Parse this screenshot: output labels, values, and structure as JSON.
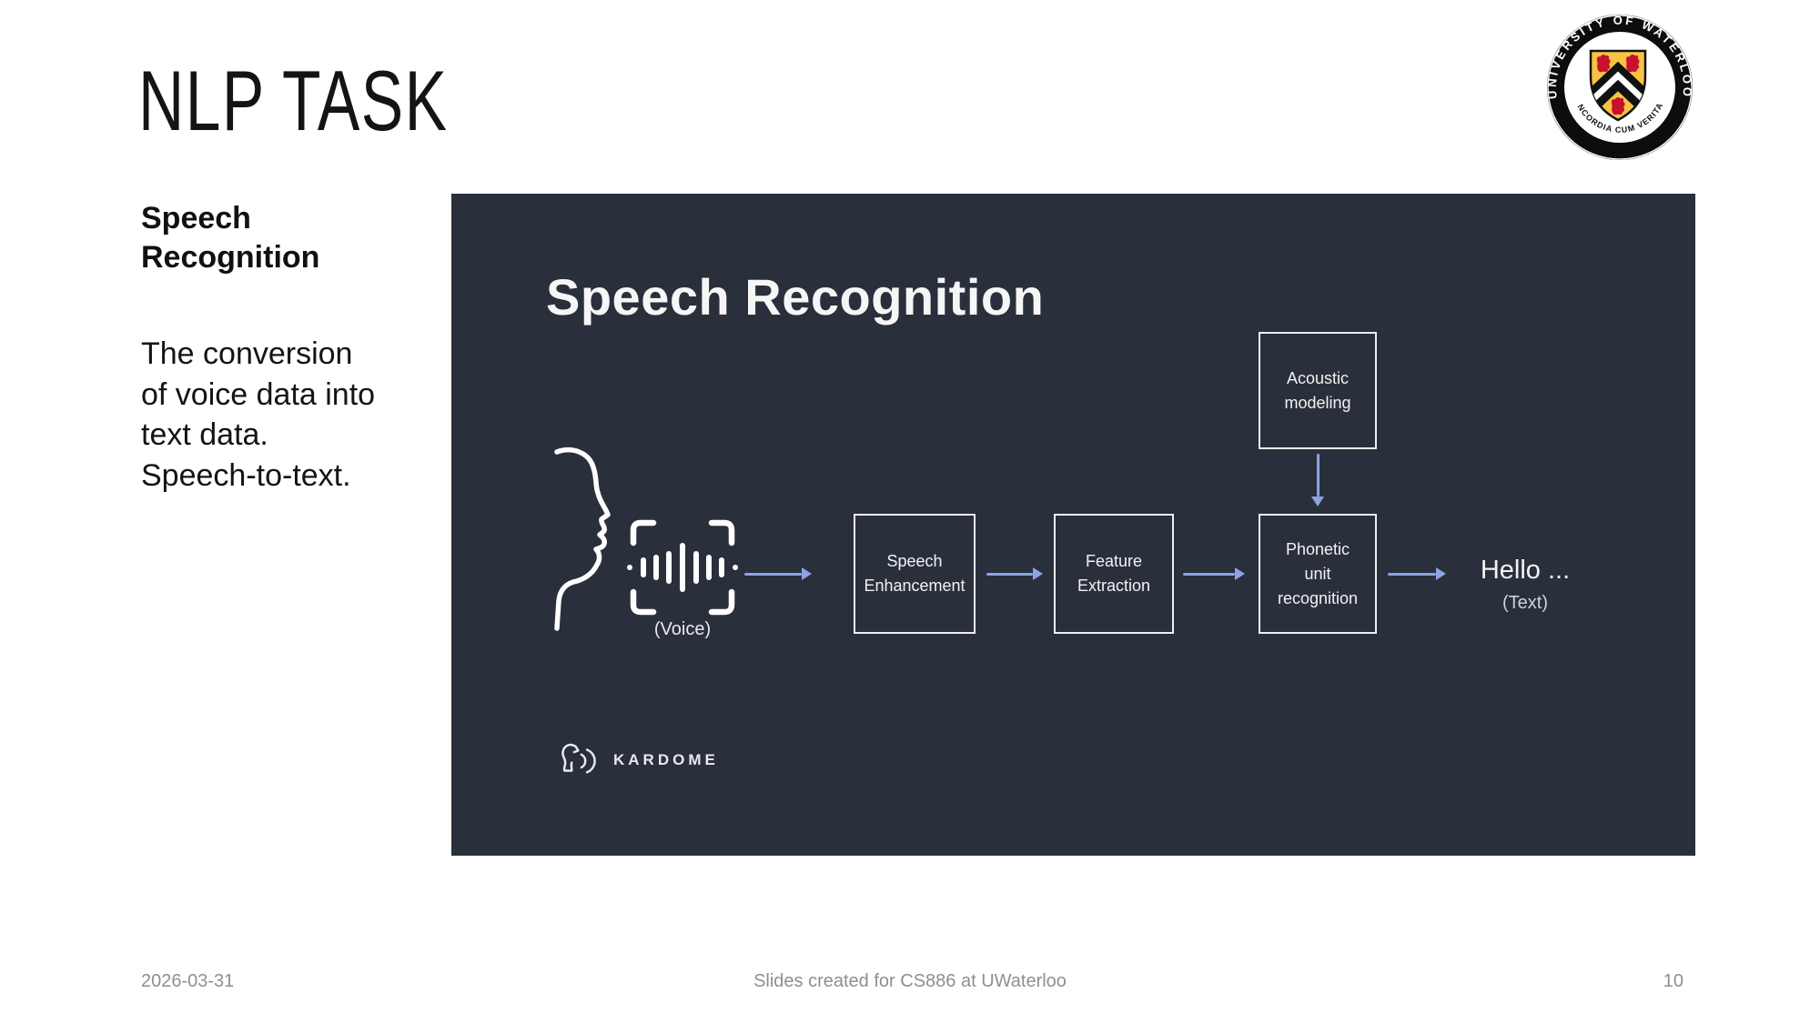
{
  "slide": {
    "title": "NLP TASK",
    "sidebar": {
      "heading": "Speech Recognition",
      "body": "The conversion of voice data into text data. Speech-to-text."
    },
    "footer": {
      "date": "2026-03-31",
      "center_text": "Slides created for CS886 at UWaterloo",
      "page_number": "10"
    }
  },
  "uw_seal": {
    "top_text": "UNIVERSITY OF WATERLOO",
    "bottom_text": "CONCORDIA CUM VERITATE"
  },
  "diagram": {
    "title": "Speech Recognition",
    "voice_caption": "(Voice)",
    "boxes": {
      "speech_enhancement": "Speech Enhancement",
      "feature_extraction": "Feature Extraction",
      "acoustic_modeling": "Acoustic modeling",
      "phonetic_unit_recognition": "Phonetic unit recognition"
    },
    "output": {
      "text": "Hello ...",
      "caption": "(Text)"
    },
    "brand": "KARDOME",
    "colors": {
      "panel_bg": "#2a2f3c",
      "arrow": "#8ba4e2",
      "box_border": "#eeeeee"
    }
  }
}
